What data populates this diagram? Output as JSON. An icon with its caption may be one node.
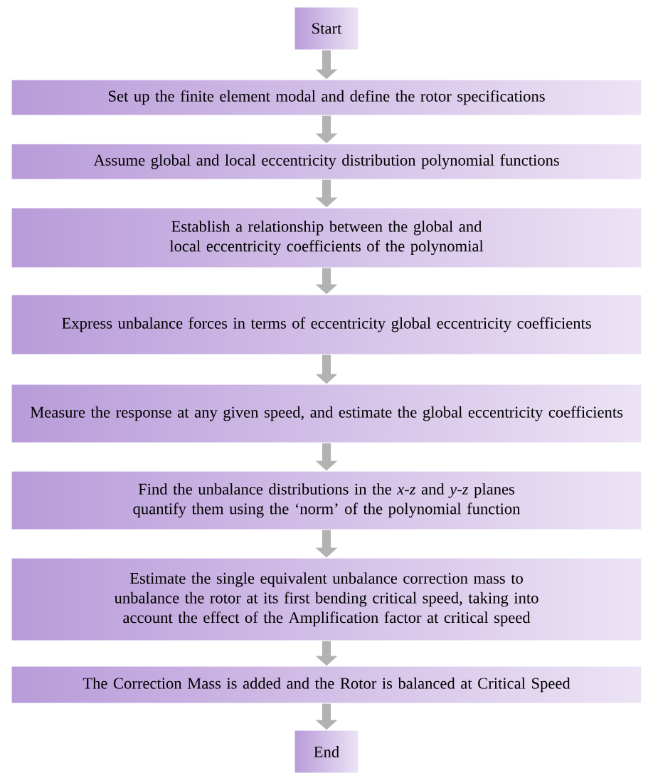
{
  "diagram": {
    "nodes": [
      {
        "text": [
          "Start"
        ]
      },
      {
        "text": [
          "Set up the finite element modal and define the rotor specifications"
        ]
      },
      {
        "text": [
          "Assume global and local eccentricity distribution polynomial functions"
        ]
      },
      {
        "text": [
          "Establish a relationship between the global and local eccentricity coefficients of the polynomial"
        ]
      },
      {
        "text": [
          "Express unbalance forces in terms of eccentricity global eccentricity coefficients"
        ]
      },
      {
        "text": [
          "Measure the response at any given speed, and estimate the global eccentricity coefficients"
        ]
      },
      {
        "text": [
          "Find the unbalance distributions in the *x-z* and *y-z* planes quantify them using the ‘norm’ of the polynomial function"
        ]
      },
      {
        "text": [
          "Estimate the single equivalent unbalance correction mass to unbalance the rotor at its first bending critical speed, taking into account the effect of the Amplification factor at critical speed"
        ]
      },
      {
        "text": [
          "The Correction Mass is added and the Rotor is balanced at Critical Speed"
        ]
      },
      {
        "text": [
          "End"
        ]
      }
    ],
    "edges": [
      {
        "from": 0,
        "to": 1,
        "arrow": "to"
      },
      {
        "from": 1,
        "to": 2,
        "arrow": "to"
      },
      {
        "from": 2,
        "to": 3,
        "arrow": "to"
      },
      {
        "from": 3,
        "to": 4,
        "arrow": "to"
      },
      {
        "from": 4,
        "to": 5,
        "arrow": "to"
      },
      {
        "from": 5,
        "to": 6,
        "arrow": "to"
      },
      {
        "from": 6,
        "to": 7,
        "arrow": "to"
      },
      {
        "from": 7,
        "to": 8,
        "arrow": "to"
      },
      {
        "from": 8,
        "to": 9,
        "arrow": "to"
      }
    ]
  }
}
